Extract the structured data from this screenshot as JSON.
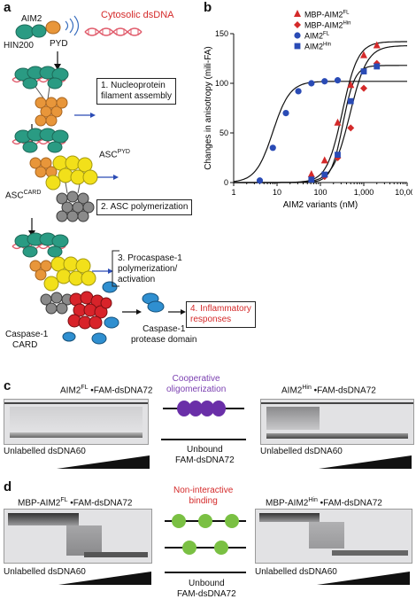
{
  "panels": {
    "a": "a",
    "b": "b",
    "c": "c",
    "d": "d"
  },
  "panel_a": {
    "aim2": "AIM2",
    "hin200": "HIN200",
    "pyd": "PYD",
    "cytosolic": "Cytosolic dsDNA",
    "step1_line1": "1. Nucleoprotein",
    "step1_line2": "filament assembly",
    "asc_pyd": "ASC",
    "asc_pyd_sup": "PYD",
    "asc_card": "ASC",
    "asc_card_sup": "CARD",
    "step2": "2. ASC polymerization",
    "step3_line1": "3. Procaspase-1",
    "step3_line2": "polymerization/",
    "step3_line3": "activation",
    "step4_line1": "4. Inflammatory",
    "step4_line2": "responses",
    "casp_card_1": "Caspase-1",
    "casp_card_2": "CARD",
    "casp_prot_1": "Caspase-1",
    "casp_prot_2": "protease domain",
    "colors": {
      "aim2_hin": "#2a9b83",
      "aim2_pyd": "#e8963a",
      "asc_pyd": "#f2e01a",
      "asc_card": "#8a8a8a",
      "casp_card": "#d8232a",
      "casp_protease": "#2f8fd0",
      "dna": "#e05b6b"
    }
  },
  "chart_data": {
    "type": "scatter",
    "xlabel": "AIM2 variants (nM)",
    "ylabel": "Changes in anisotropy (mili-FA)",
    "xscale": "log",
    "xlim": [
      1,
      10000
    ],
    "ylim": [
      0,
      150
    ],
    "xticks": [
      1,
      10,
      100,
      1000,
      10000
    ],
    "xtick_labels": [
      "1",
      "10",
      "100",
      "1,000",
      "10,000"
    ],
    "yticks": [
      0,
      50,
      100,
      150
    ],
    "ytick_labels": [
      "0",
      "50",
      "100",
      "150"
    ],
    "legend_position": "top-right",
    "series": [
      {
        "name": "MBP-AIM2",
        "sup": "FL",
        "marker": "triangle",
        "color": "#d42a2a",
        "x": [
          62,
          125,
          250,
          500,
          1000,
          2000
        ],
        "y": [
          8,
          22,
          60,
          98,
          128,
          138
        ],
        "fit": {
          "top": 142,
          "ec50": 320,
          "h": 2.4
        }
      },
      {
        "name": "MBP-AIM2",
        "sup": "Hin",
        "marker": "diamond",
        "color": "#d42a2a",
        "x": [
          125,
          250,
          500,
          1000,
          2000
        ],
        "y": [
          6,
          25,
          55,
          95,
          120
        ],
        "fit": {
          "top": 138,
          "ec50": 480,
          "h": 2.2
        }
      },
      {
        "name": "AIM2",
        "sup": "FL",
        "marker": "circle",
        "color": "#2a4bb5",
        "x": [
          4,
          8,
          16,
          31,
          62,
          125,
          250
        ],
        "y": [
          2,
          35,
          70,
          92,
          100,
          102,
          103
        ],
        "fit": {
          "top": 102,
          "ec50": 8,
          "h": 2.2
        }
      },
      {
        "name": "AIM2",
        "sup": "Hin",
        "marker": "square",
        "color": "#2a4bb5",
        "x": [
          62,
          125,
          250,
          500,
          1000,
          2000
        ],
        "y": [
          3,
          8,
          28,
          82,
          112,
          117
        ],
        "fit": {
          "top": 118,
          "ec50": 330,
          "h": 3.2
        }
      }
    ]
  },
  "panel_c": {
    "left_title": "AIM2",
    "left_title_sup": "FL",
    "left_title_rest": " •FAM-dsDNA72",
    "right_title": "AIM2",
    "right_title_sup": "Hin",
    "right_title_rest": " •FAM-dsDNA72",
    "center_l1": "Cooperative",
    "center_l2": "oligomerization",
    "unbound_1": "Unbound",
    "unbound_2": "FAM-dsDNA72",
    "left_bottom": "Unlabelled dsDNA60",
    "right_bottom": "Unlabelled dsDNA60"
  },
  "panel_d": {
    "left_title": "MBP-AIM2",
    "left_title_sup": "FL",
    "left_title_rest": " •FAM-dsDNA72",
    "right_title": "MBP-AIM2",
    "right_title_sup": "Hin",
    "right_title_rest": " •FAM-dsDNA72",
    "center_l1": "Non-interactive",
    "center_l2": "binding",
    "unbound_1": "Unbound",
    "unbound_2": "FAM-dsDNA72",
    "left_bottom": "Unlabelled dsDNA60",
    "right_bottom": "Unlabelled dsDNA60"
  }
}
